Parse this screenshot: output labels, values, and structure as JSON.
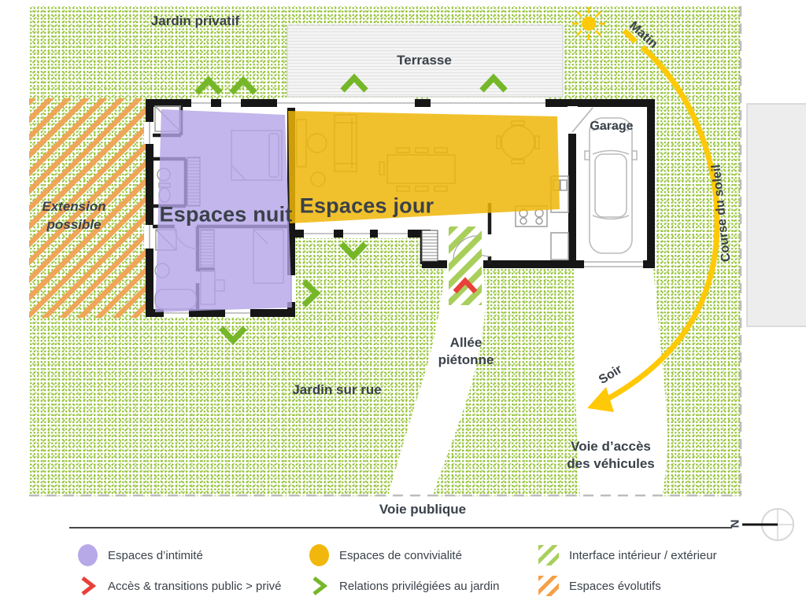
{
  "map": {
    "labels": {
      "jardin_privatif": "Jardin privatif",
      "terrasse": "Terrasse",
      "garage": "Garage",
      "extension_line1": "Extension",
      "extension_line2": "possible",
      "espaces_nuit": "Espaces nuit",
      "espaces_jour": "Espaces jour",
      "allee_line1": "Allée",
      "allee_line2": "piétonne",
      "jardin_sur_rue": "Jardin sur rue",
      "voie_acces_line1": "Voie d’accès",
      "voie_acces_line2": "des véhicules",
      "matin": "Matin",
      "soir": "Soir",
      "course_du_soleil": "Course du soleil",
      "voie_publique": "Voie publique",
      "north_letter": "N"
    },
    "colors": {
      "night_zone": "#b3a4e7",
      "day_zone": "#eeb608",
      "garden_dots": "#9cc341",
      "extension_hatch": "#f0a254",
      "interface_hatch": "#a9cf5b",
      "sun_path": "#ffc907",
      "access_chevron": "#e8403a",
      "garden_chevron": "#76b729",
      "walls": "#161616"
    }
  },
  "legend": {
    "items": [
      {
        "swatch": "circle",
        "color": "#b7a9e8",
        "label": "Espaces d’intimité"
      },
      {
        "swatch": "chevron",
        "color": "#e8403a",
        "label": "Accès & transitions public > privé"
      },
      {
        "swatch": "circle",
        "color": "#f2b70c",
        "label": "Espaces de convivialité"
      },
      {
        "swatch": "chevron",
        "color": "#76b729",
        "label": "Relations privilégiées au jardin"
      },
      {
        "swatch": "hatch",
        "color": "#a9cf5b",
        "label": "Interface intérieur / extérieur"
      },
      {
        "swatch": "hatch",
        "color": "#f5a048",
        "label": "Espaces évolutifs"
      }
    ]
  }
}
